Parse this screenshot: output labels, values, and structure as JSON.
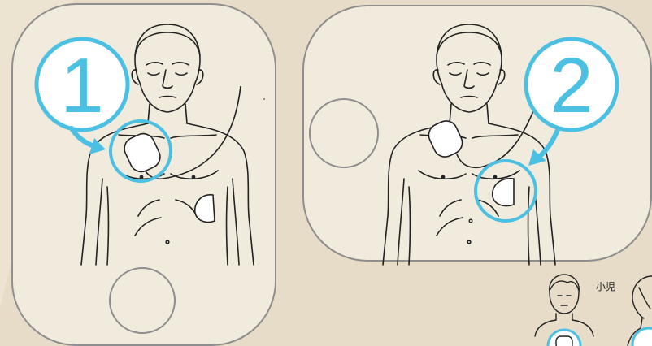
{
  "steps": [
    {
      "number": "1"
    },
    {
      "number": "2"
    }
  ],
  "child": {
    "label": "小児"
  },
  "colors": {
    "background": "#e6dcc7",
    "panel": "#f1ebdd",
    "panel_border": "#8e8e8e",
    "accent": "#4cc0e3",
    "line": "#222222"
  },
  "icons": [
    "torso-illustration",
    "electrode-pad",
    "placement-circle",
    "pointer-arrow",
    "button-circle",
    "child-figure"
  ]
}
